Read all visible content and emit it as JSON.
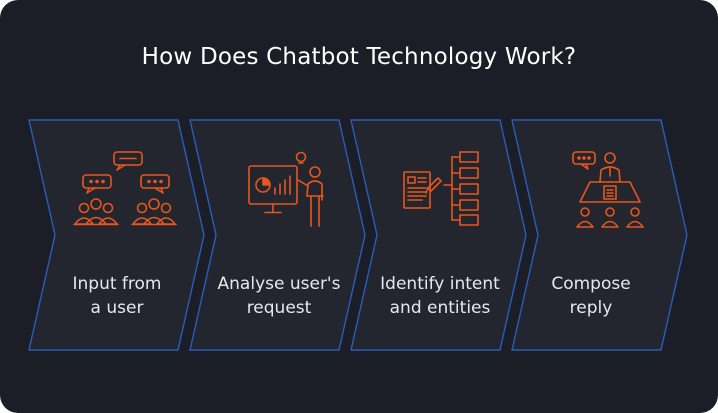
{
  "title": "How Does Chatbot Technology Work?",
  "colors": {
    "background": "#1b1e27",
    "chevron_fill": "#23262f",
    "chevron_border": "#2b5db8",
    "icon_accent": "#e8561c",
    "text": "#e6e8ee"
  },
  "steps": [
    {
      "line1": "Input from",
      "line2": "a user",
      "icon": "people-chat-icon"
    },
    {
      "line1": "Analyse user's",
      "line2": "request",
      "icon": "presentation-analysis-icon"
    },
    {
      "line1": "Identify intent",
      "line2": "and entities",
      "icon": "document-flowchart-icon"
    },
    {
      "line1": "Compose",
      "line2": "reply",
      "icon": "meeting-reply-icon"
    }
  ]
}
